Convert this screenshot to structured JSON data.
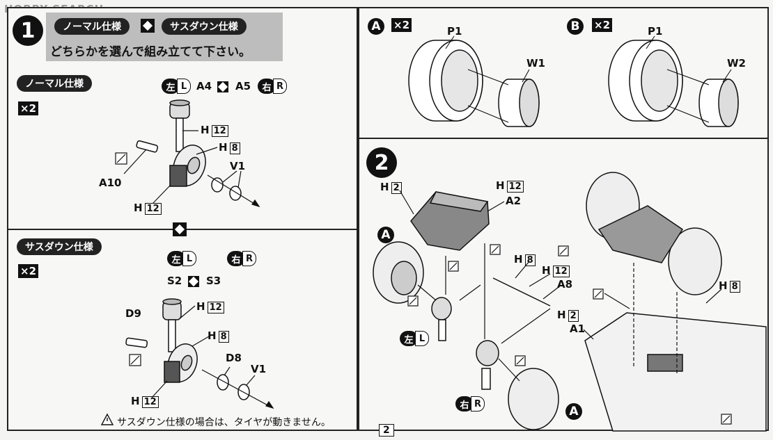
{
  "watermark": "HOBBY SEARCH",
  "step1": {
    "number": "1",
    "normal_label": "ノーマル仕様",
    "sasdown_label": "サスダウン仕様",
    "instruction": "どちらかを選んで組み立てて下さい。",
    "normal_section": {
      "title": "ノーマル仕様",
      "qty": "×2",
      "left": "左",
      "left_letter": "L",
      "right": "右",
      "right_letter": "R",
      "part_left": "A4",
      "part_right": "A5",
      "h12a": "H",
      "h12a_num": "12",
      "h8": "H",
      "h8_num": "8",
      "v1": "V1",
      "a10": "A10",
      "h12b": "H",
      "h12b_num": "12"
    },
    "sasdown_section": {
      "title": "サスダウン仕様",
      "qty": "×2",
      "left": "左",
      "left_letter": "L",
      "right": "右",
      "right_letter": "R",
      "part_left": "S2",
      "part_right": "S3",
      "h12a": "H",
      "h12a_num": "12",
      "d9": "D9",
      "h8": "H",
      "h8_num": "8",
      "d8": "D8",
      "v1": "V1",
      "h12b": "H",
      "h12b_num": "12",
      "warning": "サスダウン仕様の場合は、タイヤが動きません。"
    }
  },
  "wheels": {
    "a": {
      "letter": "A",
      "qty": "×2",
      "tire": "P1",
      "wheel": "W1"
    },
    "b": {
      "letter": "B",
      "qty": "×2",
      "tire": "P1",
      "wheel": "W2"
    }
  },
  "step2": {
    "number": "2",
    "h2a": "H",
    "h2a_num": "2",
    "h12a": "H",
    "h12a_num": "12",
    "a2": "A2",
    "wheel_a1": "A",
    "h8": "H",
    "h8_num": "8",
    "h12b": "H",
    "h12b_num": "12",
    "a8": "A8",
    "h2b": "H",
    "h2b_num": "2",
    "a1": "A1",
    "h8b": "H",
    "h8b_num": "8",
    "left": "左",
    "left_letter": "L",
    "right": "右",
    "right_letter": "R",
    "wheel_a2": "A"
  },
  "page_number": "2"
}
